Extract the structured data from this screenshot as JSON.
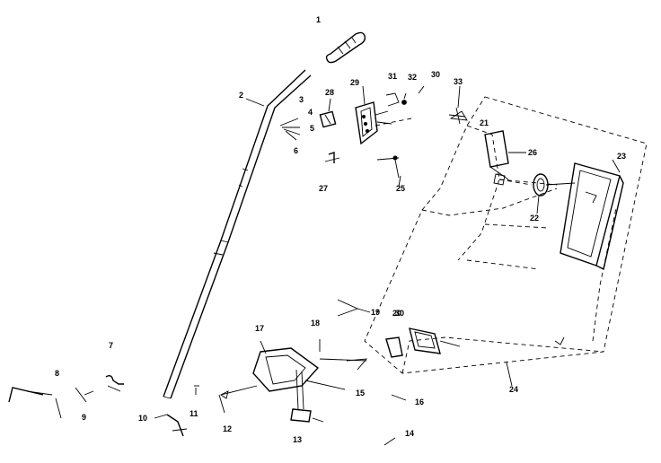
{
  "diagram": {
    "callouts": [
      "1",
      "2",
      "3",
      "4",
      "5",
      "6",
      "7",
      "8",
      "9",
      "10",
      "11",
      "12",
      "13",
      "14",
      "15",
      "16",
      "17",
      "18",
      "19",
      "20",
      "21",
      "22",
      "23",
      "24",
      "25",
      "26",
      "27",
      "28",
      "29",
      "30",
      "30",
      "31",
      "32",
      "33"
    ]
  }
}
